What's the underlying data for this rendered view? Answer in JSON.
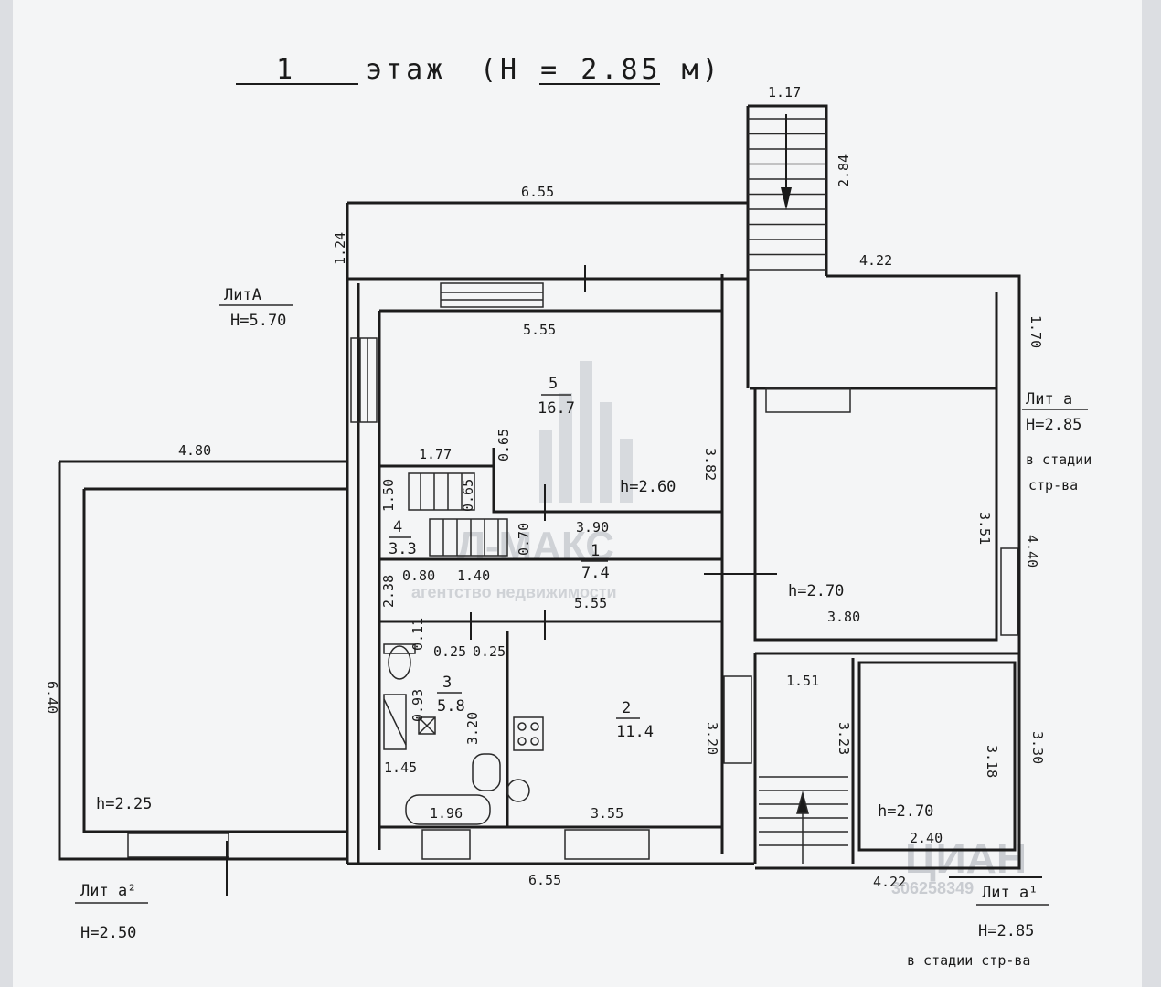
{
  "title": {
    "number": "1",
    "word": "этаж",
    "height": "(H = 2.85  м)"
  },
  "stair_top": {
    "width": "1.17",
    "length": "2.84"
  },
  "dims": {
    "top_width": "6.55",
    "left_top": "1.24",
    "room5_width": "5.55",
    "room5_height": "3.82",
    "right_top_width": "4.22",
    "right_top_height": "1.70",
    "big_room_height": "3.51",
    "big_room_width": "3.80",
    "right_wall": "4.40",
    "left_room_width": "4.80",
    "left_room_height": "6.40",
    "stair_w": "1.77",
    "stair_h": "1.50",
    "stair_small": "0.65",
    "stair_small2": "0.65",
    "stair_step": "0.70",
    "corr_width": "3.90",
    "corr_low": "5.55",
    "d080": "0.80",
    "d140": "1.40",
    "d238": "2.38",
    "d025a": "0.25",
    "d025b": "0.25",
    "d011": "0.11",
    "d093": "0.93",
    "d320a": "3.20",
    "d145": "1.45",
    "d196": "1.96",
    "kitchen_height": "3.20",
    "kitchen_width": "3.55",
    "vest_width": "1.51",
    "vest_height": "3.23",
    "porch_height": "3.18",
    "porch_width": "2.40",
    "porch_outer": "3.30",
    "bottom_width": "6.55",
    "bottom_right": "4.22"
  },
  "rooms": {
    "r5": {
      "num": "5",
      "area": "16.7",
      "h": "h=2.60"
    },
    "r4": {
      "num": "4",
      "area": "3.3"
    },
    "r1": {
      "num": "1",
      "area": "7.4"
    },
    "r3": {
      "num": "3",
      "area": "5.8"
    },
    "r2": {
      "num": "2",
      "area": "11.4"
    },
    "big": {
      "h": "h=2.70"
    },
    "left": {
      "h": "h=2.25"
    },
    "porch": {
      "h": "h=2.70"
    }
  },
  "liters": {
    "A": {
      "name": "ЛитА",
      "h": "H=5.70"
    },
    "a": {
      "name": "Лит а",
      "h": "H=2.85",
      "note1": "в стадии",
      "note2": "стр-ва"
    },
    "a2": {
      "name": "Лит а²",
      "h": "H=2.50"
    },
    "a1": {
      "name": "Лит а¹",
      "h": "H=2.85",
      "note": "в стадии стр-ва"
    }
  },
  "watermarks": {
    "agency": "Л-МАКС",
    "agency_sub": "агентство недвижимости",
    "cian": "ЦИАН",
    "cian_id": "306258349"
  }
}
